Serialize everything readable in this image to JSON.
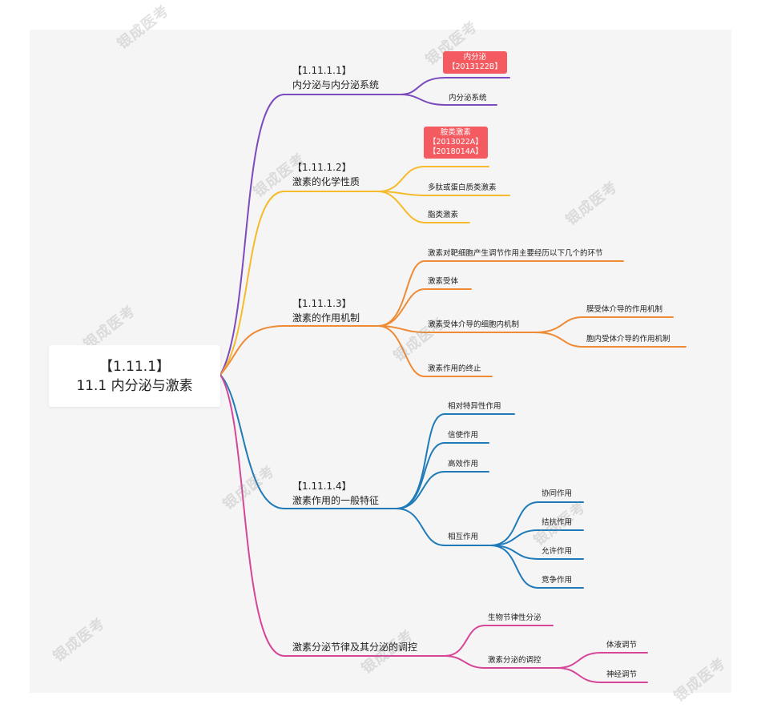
{
  "root": {
    "line1": "【1.11.1】",
    "line2": "11.1 内分泌与激素"
  },
  "colors": {
    "purple": "#7c4bbd",
    "yellow": "#f6bb2b",
    "orange": "#ef8a35",
    "blue": "#1f7ab8",
    "pink": "#d64598",
    "tag": "#f45b61"
  },
  "branches": {
    "b1": {
      "code": "【1.11.1.1】",
      "title": "内分泌与内分泌系统",
      "tag": {
        "line1": "内分泌",
        "line2": "【2013122B】"
      },
      "child": "内分泌系统"
    },
    "b2": {
      "code": "【1.11.1.2】",
      "title": "激素的化学性质",
      "tag": {
        "line1": "胺类激素",
        "line2": "【2013022A】",
        "line3": "【2018014A】"
      },
      "children": [
        "多肽或蛋白质类激素",
        "脂类激素"
      ]
    },
    "b3": {
      "code": "【1.11.1.3】",
      "title": "激素的作用机制",
      "children": [
        "激素对靶细胞产生调节作用主要经历以下几个的环节",
        "激素受体",
        "激素受体介导的细胞内机制",
        "激素作用的终止"
      ],
      "sub": [
        "膜受体介导的作用机制",
        "胞内受体介导的作用机制"
      ]
    },
    "b4": {
      "code": "【1.11.1.4】",
      "title": "激素作用的一般特征",
      "children": [
        "相对特异性作用",
        "信使作用",
        "高效作用",
        "相互作用"
      ],
      "sub": [
        "协同作用",
        "拮抗作用",
        "允许作用",
        "竞争作用"
      ]
    },
    "b5": {
      "title": "激素分泌节律及其分泌的调控",
      "children": [
        "生物节律性分泌",
        "激素分泌的调控"
      ],
      "sub": [
        "体液调节",
        "神经调节"
      ]
    }
  },
  "watermark": "银成医考"
}
